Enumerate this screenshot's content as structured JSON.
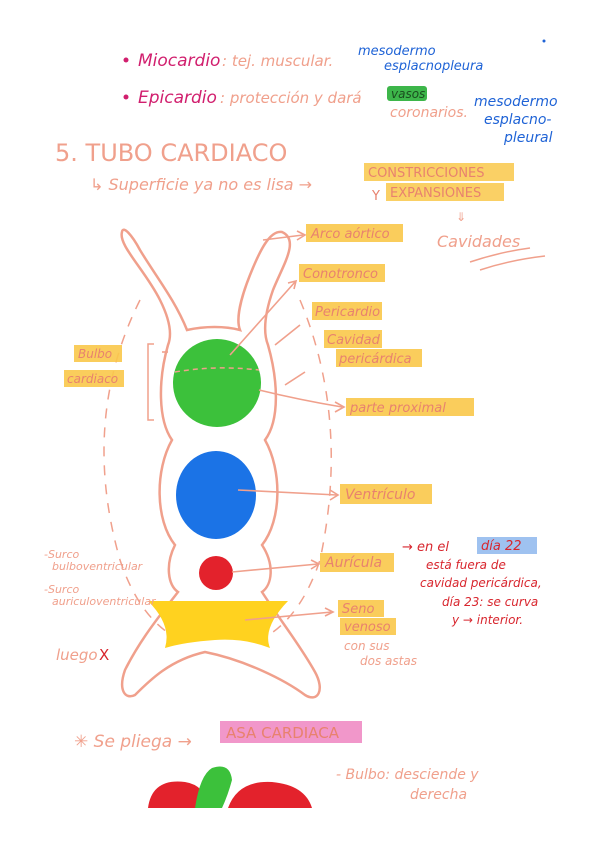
{
  "colors": {
    "magenta": "#d11f6e",
    "blue_ink": "#1f63d6",
    "salmon": "#f0a08c",
    "red_ink": "#d8262e",
    "highlight_yellow": "#f9c84a",
    "highlight_green": "#3db64a",
    "highlight_blue": "#9fc2f0",
    "highlight_pink": "#f08cc4",
    "organ_green": "#3cc13b",
    "organ_blue": "#1b73e6",
    "organ_red": "#e3222c",
    "organ_yellow": "#ffd21f"
  },
  "header": {
    "miocardio": {
      "term": "Miocardio",
      "desc": ": tej. muscular.",
      "note_line1": "mesodermo",
      "note_line2": "esplacnopleura"
    },
    "epicardio": {
      "term": "Epicardio",
      "desc": ": protección y dará",
      "highlight": "vasos",
      "desc2": "coronarios.",
      "note_line1": "mesodermo",
      "note_line2": "esplacno-",
      "note_line3": "pleural"
    }
  },
  "section": {
    "title": "5. TUBO CARDIACO",
    "surface_prefix": "↳ Superficie ya no es lisa →",
    "constr_line1": "CONSTRICCIONES",
    "constr_y": "Y",
    "constr_line2": "EXPANSIONES",
    "cavities": "Cavidades"
  },
  "labels": {
    "arco": "Arco aórtico",
    "cono": "Conotronco",
    "pericardio": "Pericardio",
    "cavidad_l1": "Cavidad",
    "cavidad_l2": "pericárdica",
    "parte": "parte proximal",
    "bulbo_l1": "Bulbo",
    "bulbo_l2": "cardiaco",
    "ventriculo": "Ventrículo",
    "auricula": "Aurícula",
    "seno_l1": "Seno",
    "seno_l2": "venoso",
    "astas_l1": "con sus",
    "astas_l2": "dos astas",
    "surco1_l1": "-Surco",
    "surco1_l2": "bulboventricular",
    "surco2_l1": "-Surco",
    "surco2_l2": "auriculoventricular",
    "luego": "luego",
    "luego_x": "X"
  },
  "dia_note": {
    "l1_prefix": "→ en el",
    "l1_highlight": "día 22",
    "l2": "está fuera de",
    "l3": "cavidad pericárdica,",
    "l4": "día 23: se curva",
    "l5": "y → interior."
  },
  "bottom": {
    "fold_prefix": "✳ Se pliega →",
    "asa": "ASA CARDIACA",
    "bulbo_l1": "- Bulbo: desciende y",
    "bulbo_l2": "derecha"
  }
}
